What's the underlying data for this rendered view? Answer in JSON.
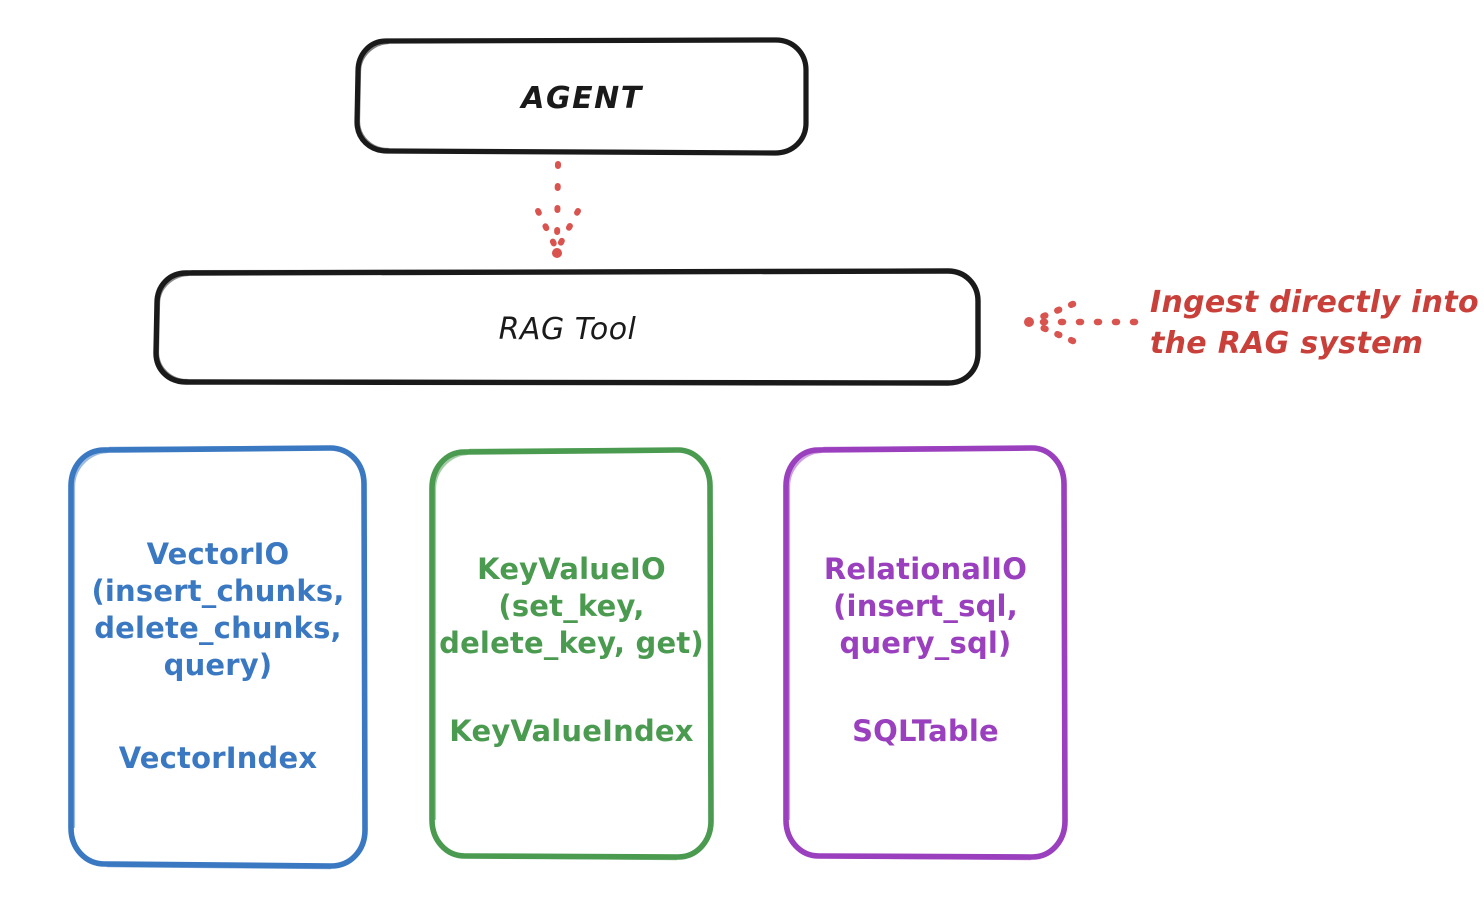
{
  "diagram": {
    "title_nodes": {
      "agent": {
        "label": "AGENT"
      },
      "rag_tool": {
        "label": "RAG Tool"
      }
    },
    "stores": [
      {
        "id": "vector",
        "api_label": "VectorIO\n(insert_chunks,\ndelete_chunks,\nquery)",
        "index_label": "VectorIndex",
        "color": "#3a78c2"
      },
      {
        "id": "keyvalue",
        "api_label": "KeyValueIO\n(set_key,\ndelete_key, get)",
        "index_label": "KeyValueIndex",
        "color": "#4a9a50"
      },
      {
        "id": "relational",
        "api_label": "RelationalIO\n(insert_sql,\nquery_sql)",
        "index_label": "SQLTable",
        "color": "#9a3fbd"
      }
    ],
    "annotations": {
      "ingest_note": "Ingest directly into\nthe RAG system"
    },
    "connectors": {
      "agent_to_rag": {
        "name": "agent-to-rag-arrow",
        "style": "dotted",
        "color": "#d9534f",
        "direction": "down"
      },
      "note_to_rag": {
        "name": "ingest-note-arrow",
        "style": "dotted",
        "color": "#d9534f",
        "direction": "left"
      }
    },
    "colors": {
      "stroke_black": "#1a1a1a",
      "blue": "#3a78c2",
      "green": "#4a9a50",
      "purple": "#9a3fbd",
      "red": "#c9403a",
      "background": "#ffffff"
    }
  }
}
